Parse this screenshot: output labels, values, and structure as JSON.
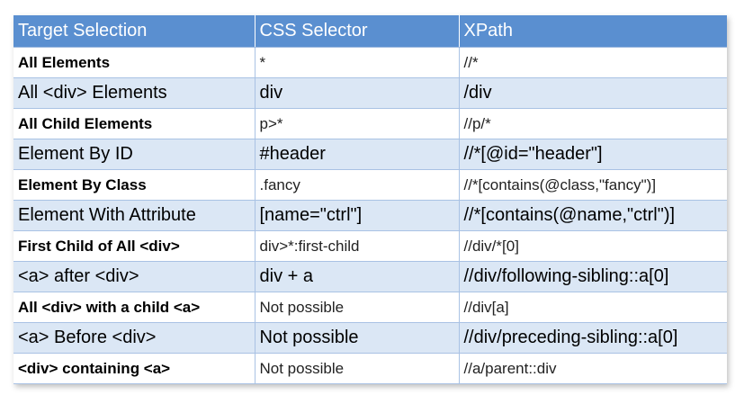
{
  "table": {
    "headers": [
      "Target Selection",
      "CSS Selector",
      "XPath"
    ],
    "rows": [
      [
        "All Elements",
        "*",
        "//*"
      ],
      [
        "All <div> Elements",
        "div",
        "/div"
      ],
      [
        "All Child Elements",
        "p>*",
        "//p/*"
      ],
      [
        "Element By ID",
        "#header",
        "//*[@id=\"header\"]"
      ],
      [
        "Element By Class",
        ".fancy",
        "//*[contains(@class,\"fancy\")]"
      ],
      [
        "Element With Attribute",
        "[name=\"ctrl\"]",
        "//*[contains(@name,\"ctrl\")]"
      ],
      [
        "First Child of All <div>",
        "div>*:first-child",
        "//div/*[0]"
      ],
      [
        "<a> after <div>",
        "div + a",
        "//div/following-sibling::a[0]"
      ],
      [
        "All <div> with a child <a>",
        "Not possible",
        "//div[a]"
      ],
      [
        "<a> Before <div>",
        "Not possible",
        "//div/preceding-sibling::a[0]"
      ],
      [
        "<div> containing <a>",
        "Not possible",
        "//a/parent::div"
      ]
    ]
  },
  "colors": {
    "header_background": "#5a8fd0",
    "header_text": "#ffffff",
    "band_row": "#dbe7f5",
    "plain_row": "#ffffff",
    "grid_line": "#a9c2e4"
  }
}
